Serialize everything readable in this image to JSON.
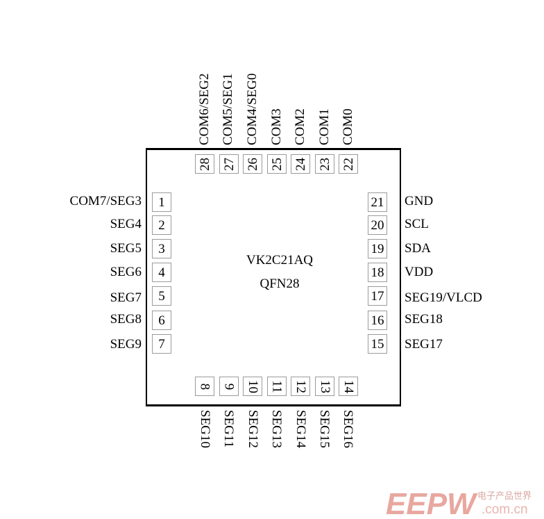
{
  "chip": {
    "part": "VK2C21AQ",
    "package": "QFN28"
  },
  "pins_left": [
    {
      "num": "1",
      "label": "COM7/SEG3"
    },
    {
      "num": "2",
      "label": "SEG4"
    },
    {
      "num": "3",
      "label": "SEG5"
    },
    {
      "num": "4",
      "label": "SEG6"
    },
    {
      "num": "5",
      "label": "SEG7"
    },
    {
      "num": "6",
      "label": "SEG8"
    },
    {
      "num": "7",
      "label": "SEG9"
    }
  ],
  "pins_bottom": [
    {
      "num": "8",
      "label": "SEG10"
    },
    {
      "num": "9",
      "label": "SEG11"
    },
    {
      "num": "10",
      "label": "SEG12"
    },
    {
      "num": "11",
      "label": "SEG13"
    },
    {
      "num": "12",
      "label": "SEG14"
    },
    {
      "num": "13",
      "label": "SEG15"
    },
    {
      "num": "14",
      "label": "SEG16"
    }
  ],
  "pins_right": [
    {
      "num": "21",
      "label": "GND"
    },
    {
      "num": "20",
      "label": "SCL"
    },
    {
      "num": "19",
      "label": "SDA"
    },
    {
      "num": "18",
      "label": "VDD"
    },
    {
      "num": "17",
      "label": "SEG19/VLCD"
    },
    {
      "num": "16",
      "label": "SEG18"
    },
    {
      "num": "15",
      "label": "SEG17"
    }
  ],
  "pins_top": [
    {
      "num": "28",
      "label": "COM6/SEG2"
    },
    {
      "num": "27",
      "label": "COM5/SEG1"
    },
    {
      "num": "26",
      "label": "COM4/SEG0"
    },
    {
      "num": "25",
      "label": "COM3"
    },
    {
      "num": "24",
      "label": "COM2"
    },
    {
      "num": "23",
      "label": "COM1"
    },
    {
      "num": "22",
      "label": "COM0"
    }
  ],
  "watermark": {
    "brand": "EEPW",
    "chinese": "电子产品世界",
    "domain": ".com.cn",
    "brand_color": "#e8a79f"
  }
}
